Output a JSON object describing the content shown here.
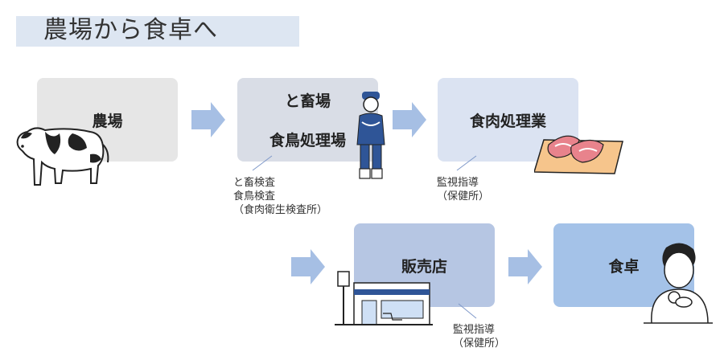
{
  "title": "農場から食卓へ",
  "steps": {
    "farm": "農場",
    "slaughter_line1": "と畜場",
    "slaughter_line2": "食鳥処理場",
    "processing": "食肉処理業",
    "retail": "販売店",
    "table": "食卓"
  },
  "notes": {
    "inspection_line1": "と畜検査",
    "inspection_line2": "食鳥検査",
    "inspection_line3": "（食肉衛生検査所）",
    "guidance1_line1": "監視指導",
    "guidance1_line2": "（保健所）",
    "guidance2_line1": "監視指導",
    "guidance2_line2": "（保健所）"
  },
  "icons": [
    "cow-icon",
    "inspector-icon",
    "meat-icon",
    "store-icon",
    "person-eating-icon",
    "arrow-right-icon"
  ],
  "colors": {
    "arrow": "#a6bfe4",
    "farm_box": "#e6e6e6",
    "slaughter_box": "#d9dde6",
    "processing_box": "#dbe3f2",
    "retail_box": "#b6c6e3",
    "table_box": "#a4c2e8"
  }
}
